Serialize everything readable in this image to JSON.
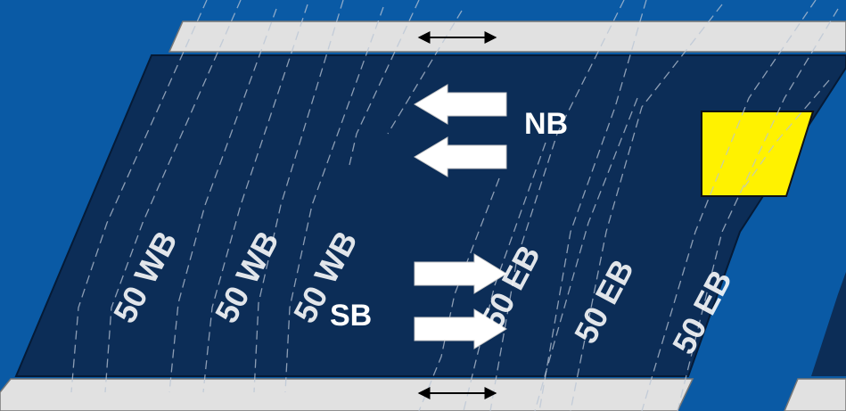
{
  "colors": {
    "background": "#0a5aa5",
    "road": "#0c2d57",
    "sidewalk": "#e1e1e1",
    "highlight": "#fff200",
    "arrow": "#ffffff"
  },
  "directions": {
    "north": "NB",
    "south": "SB"
  },
  "lanes": {
    "westbound": [
      "50 WB",
      "50 WB",
      "50 WB"
    ],
    "eastbound": [
      "50 EB",
      "50 EB",
      "50 EB"
    ]
  },
  "icons": {
    "crosswalk_top": "double-arrow-icon",
    "crosswalk_bottom": "double-arrow-icon",
    "northbound_arrows": "left-arrow-icon",
    "southbound_arrows": "right-arrow-icon"
  }
}
